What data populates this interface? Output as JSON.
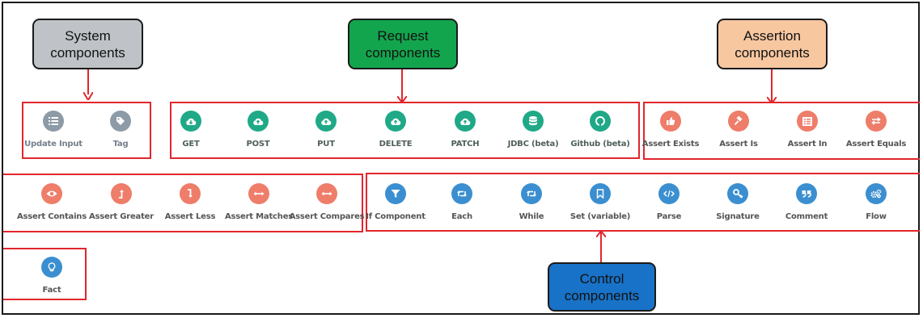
{
  "callouts": {
    "system": "System\ncomponents",
    "request": "Request\ncomponents",
    "assertion": "Assertion\ncomponents",
    "control": "Control\ncomponents"
  },
  "colors": {
    "system_callout": "#bfc3c7",
    "request_callout": "#13a54e",
    "assertion_callout": "#f7c7a0",
    "control_callout": "#1872c7",
    "group_border": "#e2262c",
    "system_icon": "#8d9ba7",
    "request_icon": "#20a987",
    "assertion_icon": "#ee7d6a",
    "control_icon": "#3b8fd0"
  },
  "components": {
    "system": [
      {
        "label": "Update Input",
        "icon": "list-icon"
      },
      {
        "label": "Tag",
        "icon": "tag-icon"
      }
    ],
    "request": [
      {
        "label": "GET",
        "icon": "cloud-download-icon"
      },
      {
        "label": "POST",
        "icon": "cloud-upload-icon"
      },
      {
        "label": "PUT",
        "icon": "cloud-upload-icon"
      },
      {
        "label": "DELETE",
        "icon": "cloud-upload-icon"
      },
      {
        "label": "PATCH",
        "icon": "cloud-upload-icon"
      },
      {
        "label": "JDBC (beta)",
        "icon": "database-icon"
      },
      {
        "label": "Github (beta)",
        "icon": "github-icon"
      }
    ],
    "assertion_row1": [
      {
        "label": "Assert Exists",
        "icon": "thumbs-up-icon"
      },
      {
        "label": "Assert Is",
        "icon": "gavel-icon"
      },
      {
        "label": "Assert In",
        "icon": "list-alt-icon"
      },
      {
        "label": "Assert Equals",
        "icon": "exchange-icon"
      }
    ],
    "assertion_row2": [
      {
        "label": "Assert Contains",
        "icon": "eye-icon"
      },
      {
        "label": "Assert Greater",
        "icon": "level-up-icon"
      },
      {
        "label": "Assert Less",
        "icon": "level-down-icon"
      },
      {
        "label": "Assert Matches",
        "icon": "arrows-horizontal-icon"
      },
      {
        "label": "Assert Compares",
        "icon": "arrows-horizontal-icon"
      }
    ],
    "control": [
      {
        "label": "If Component",
        "icon": "filter-icon"
      },
      {
        "label": "Each",
        "icon": "retweet-icon"
      },
      {
        "label": "While",
        "icon": "retweet-icon"
      },
      {
        "label": "Set (variable)",
        "icon": "bookmark-icon"
      },
      {
        "label": "Parse",
        "icon": "code-icon"
      },
      {
        "label": "Signature",
        "icon": "key-icon"
      },
      {
        "label": "Comment",
        "icon": "quote-icon"
      },
      {
        "label": "Flow",
        "icon": "gears-icon"
      }
    ],
    "control_row3": [
      {
        "label": "Fact",
        "icon": "lightbulb-icon"
      }
    ]
  }
}
